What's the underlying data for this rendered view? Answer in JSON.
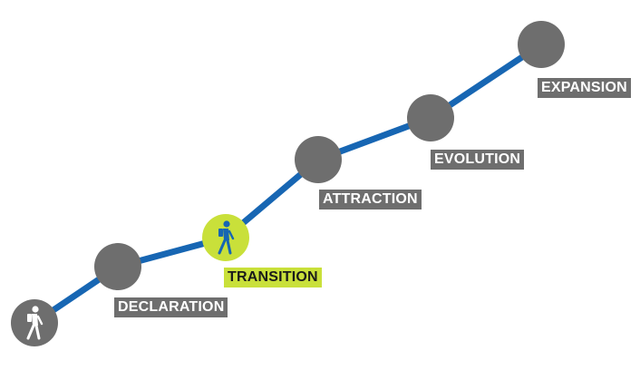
{
  "colors": {
    "path": "#1766b3",
    "node": "#6e6e6e",
    "active_node": "#c9e03a",
    "active_icon": "#1766b3",
    "icon": "#ffffff"
  },
  "stages": [
    {
      "id": "start",
      "label": "",
      "state": "start",
      "icon": "walker-icon"
    },
    {
      "id": "declaration",
      "label": "DECLARATION",
      "state": "default"
    },
    {
      "id": "transition",
      "label": "TRANSITION",
      "state": "active",
      "icon": "walker-icon"
    },
    {
      "id": "attraction",
      "label": "ATTRACTION",
      "state": "default"
    },
    {
      "id": "evolution",
      "label": "EVOLUTION",
      "state": "default"
    },
    {
      "id": "expansion",
      "label": "EXPANSION",
      "state": "default"
    }
  ]
}
